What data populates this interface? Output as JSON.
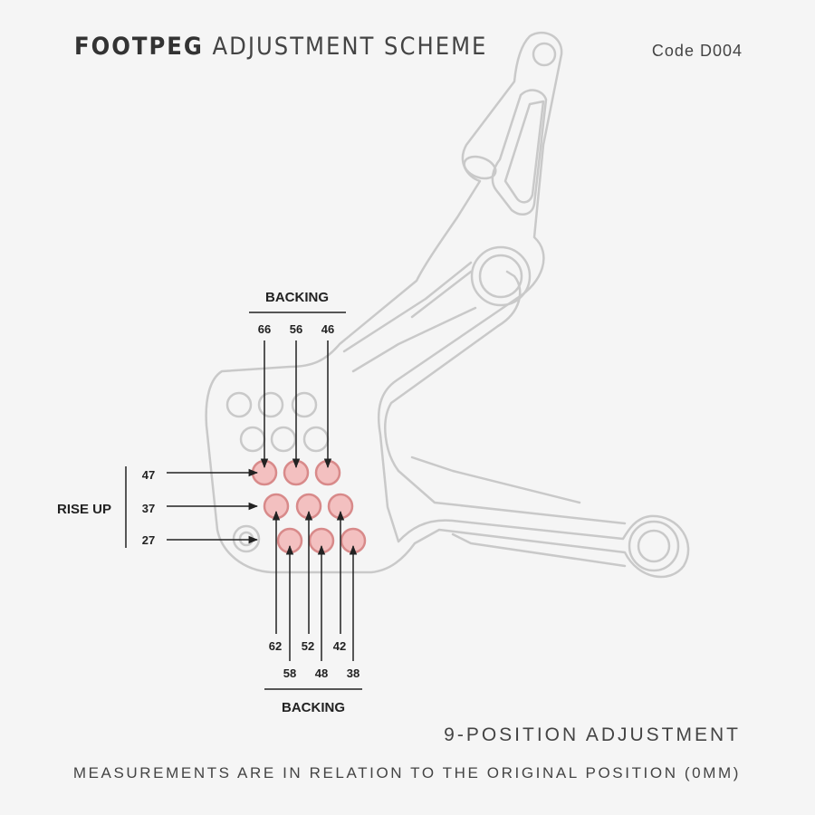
{
  "header": {
    "title_bold": "FOOTPEG",
    "title_light": "ADJUSTMENT SCHEME",
    "code": "Code D004"
  },
  "labels": {
    "backing_top": "BACKING",
    "backing_bottom": "BACKING",
    "rise_up": "RISE UP"
  },
  "positions": {
    "top_row": [
      "66",
      "56",
      "46"
    ],
    "rise_values": [
      "47",
      "37",
      "27"
    ],
    "bottom_row_a": [
      "62",
      "52",
      "42"
    ],
    "bottom_row_b": [
      "58",
      "48",
      "38"
    ]
  },
  "footer": {
    "adjustment": "9-POSITION ADJUSTMENT",
    "note": "MEASUREMENTS ARE IN RELATION TO THE ORIGINAL POSITION (0MM)"
  },
  "colors": {
    "hole_fill": "#f3c0c0",
    "hole_stroke": "#d88888",
    "outline": "#c8c8c8",
    "text": "#222222"
  }
}
